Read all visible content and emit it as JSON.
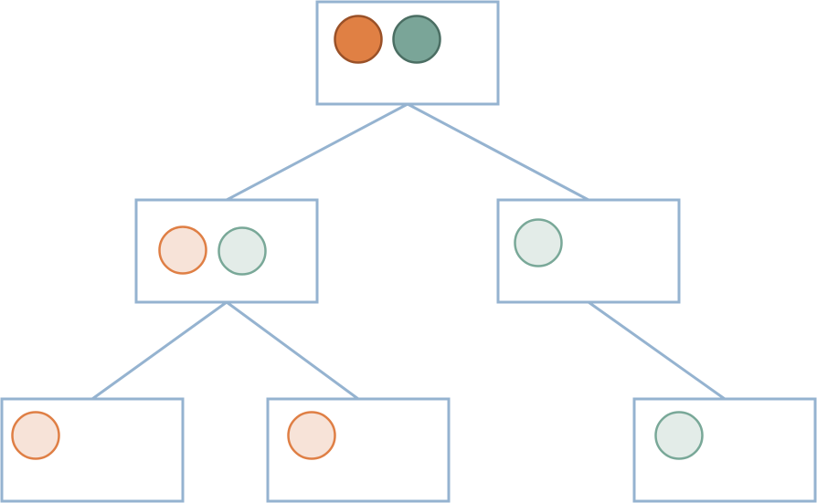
{
  "colors": {
    "background": "#ffffff",
    "box_stroke": "#95b3d0",
    "edge_stroke": "#95b3d0",
    "orange_solid_fill": "#e08044",
    "orange_solid_stroke": "#9a5128",
    "green_solid_fill": "#7aa598",
    "green_solid_stroke": "#4b6e63",
    "orange_light_fill": "#f7e3d8",
    "orange_light_stroke": "#df7f45",
    "green_light_fill": "#e3ece8",
    "green_light_stroke": "#79a898"
  },
  "tree": {
    "nodes": [
      {
        "id": "root",
        "circles": [
          "orange-solid",
          "green-solid"
        ]
      },
      {
        "id": "left",
        "circles": [
          "orange-light",
          "green-light"
        ]
      },
      {
        "id": "right",
        "circles": [
          "green-light"
        ]
      },
      {
        "id": "left-left",
        "circles": [
          "orange-light"
        ]
      },
      {
        "id": "left-right",
        "circles": [
          "orange-light"
        ]
      },
      {
        "id": "right-child",
        "circles": [
          "green-light"
        ]
      }
    ],
    "edges": [
      {
        "from": "root",
        "to": "left"
      },
      {
        "from": "root",
        "to": "right"
      },
      {
        "from": "left",
        "to": "left-left"
      },
      {
        "from": "left",
        "to": "left-right"
      },
      {
        "from": "right",
        "to": "right-child"
      }
    ]
  }
}
